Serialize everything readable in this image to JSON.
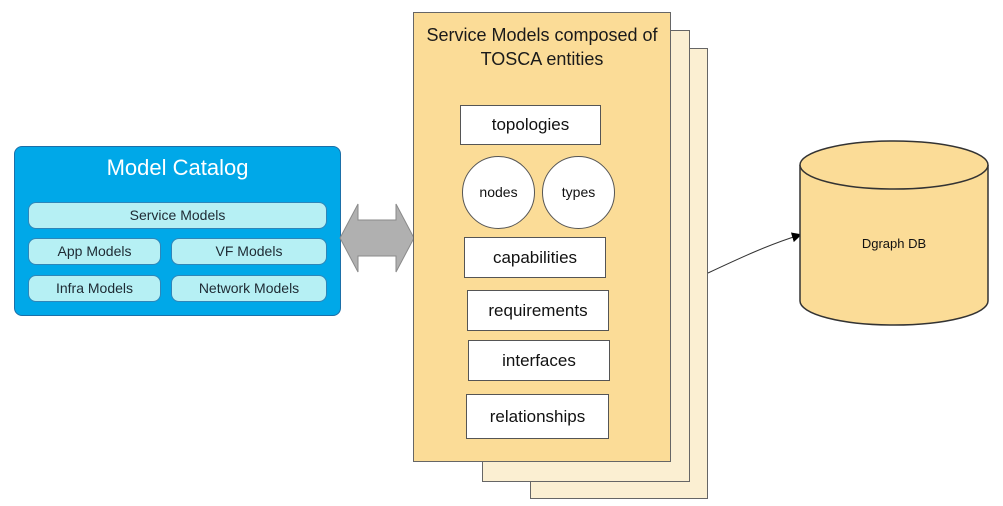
{
  "catalog": {
    "title": "Model Catalog",
    "items": {
      "service": "Service Models",
      "app": "App Models",
      "vf": "VF Models",
      "infra": "Infra Models",
      "network": "Network Models"
    }
  },
  "service_models": {
    "title_line1": "Service Models composed of",
    "title_line2": "TOSCA entities",
    "entities": {
      "topologies": "topologies",
      "nodes": "nodes",
      "types": "types",
      "capabilities": "capabilities",
      "requirements": "requirements",
      "interfaces": "interfaces",
      "relationships": "relationships"
    }
  },
  "database": {
    "label": "Dgraph DB"
  },
  "colors": {
    "catalog_fill": "#00a8e8",
    "pill_fill": "#b6f0f4",
    "page_front": "#fbdc97",
    "page_back": "#fbefd2",
    "db_fill": "#fbdc97",
    "arrow_fill": "#b0b0b0"
  }
}
